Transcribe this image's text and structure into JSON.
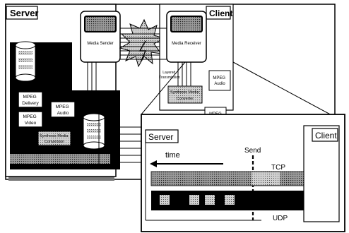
{
  "labels": {
    "server": "Server",
    "client": "Client",
    "media_sender": "Media Sender",
    "media_receiver": "Media Receiver",
    "mpeg_delivery": "MPEG\nDelivery",
    "mpeg_audio_server": "MPEG\nAudio",
    "mpeg_video_server": "MPEG\nVideo",
    "synthesis_media_left": "Synthesis Media\nConversion",
    "layered_transmission": "Layered\nTransmission",
    "synthesis_media_right": "Synthesis Media\nConverter",
    "mpeg_audio_client": "MPEG\nAudio",
    "mpeg_video_client": "MPEG",
    "inset_server": "Server",
    "inset_client": "Client",
    "time": "time",
    "send": "Send",
    "tcp": "TCP",
    "udp": "UDP"
  },
  "colors": {
    "ink": "#000000",
    "paper": "#ffffff",
    "gray_band": "#8a8a8a",
    "light_gray": "#c8c8c8"
  }
}
